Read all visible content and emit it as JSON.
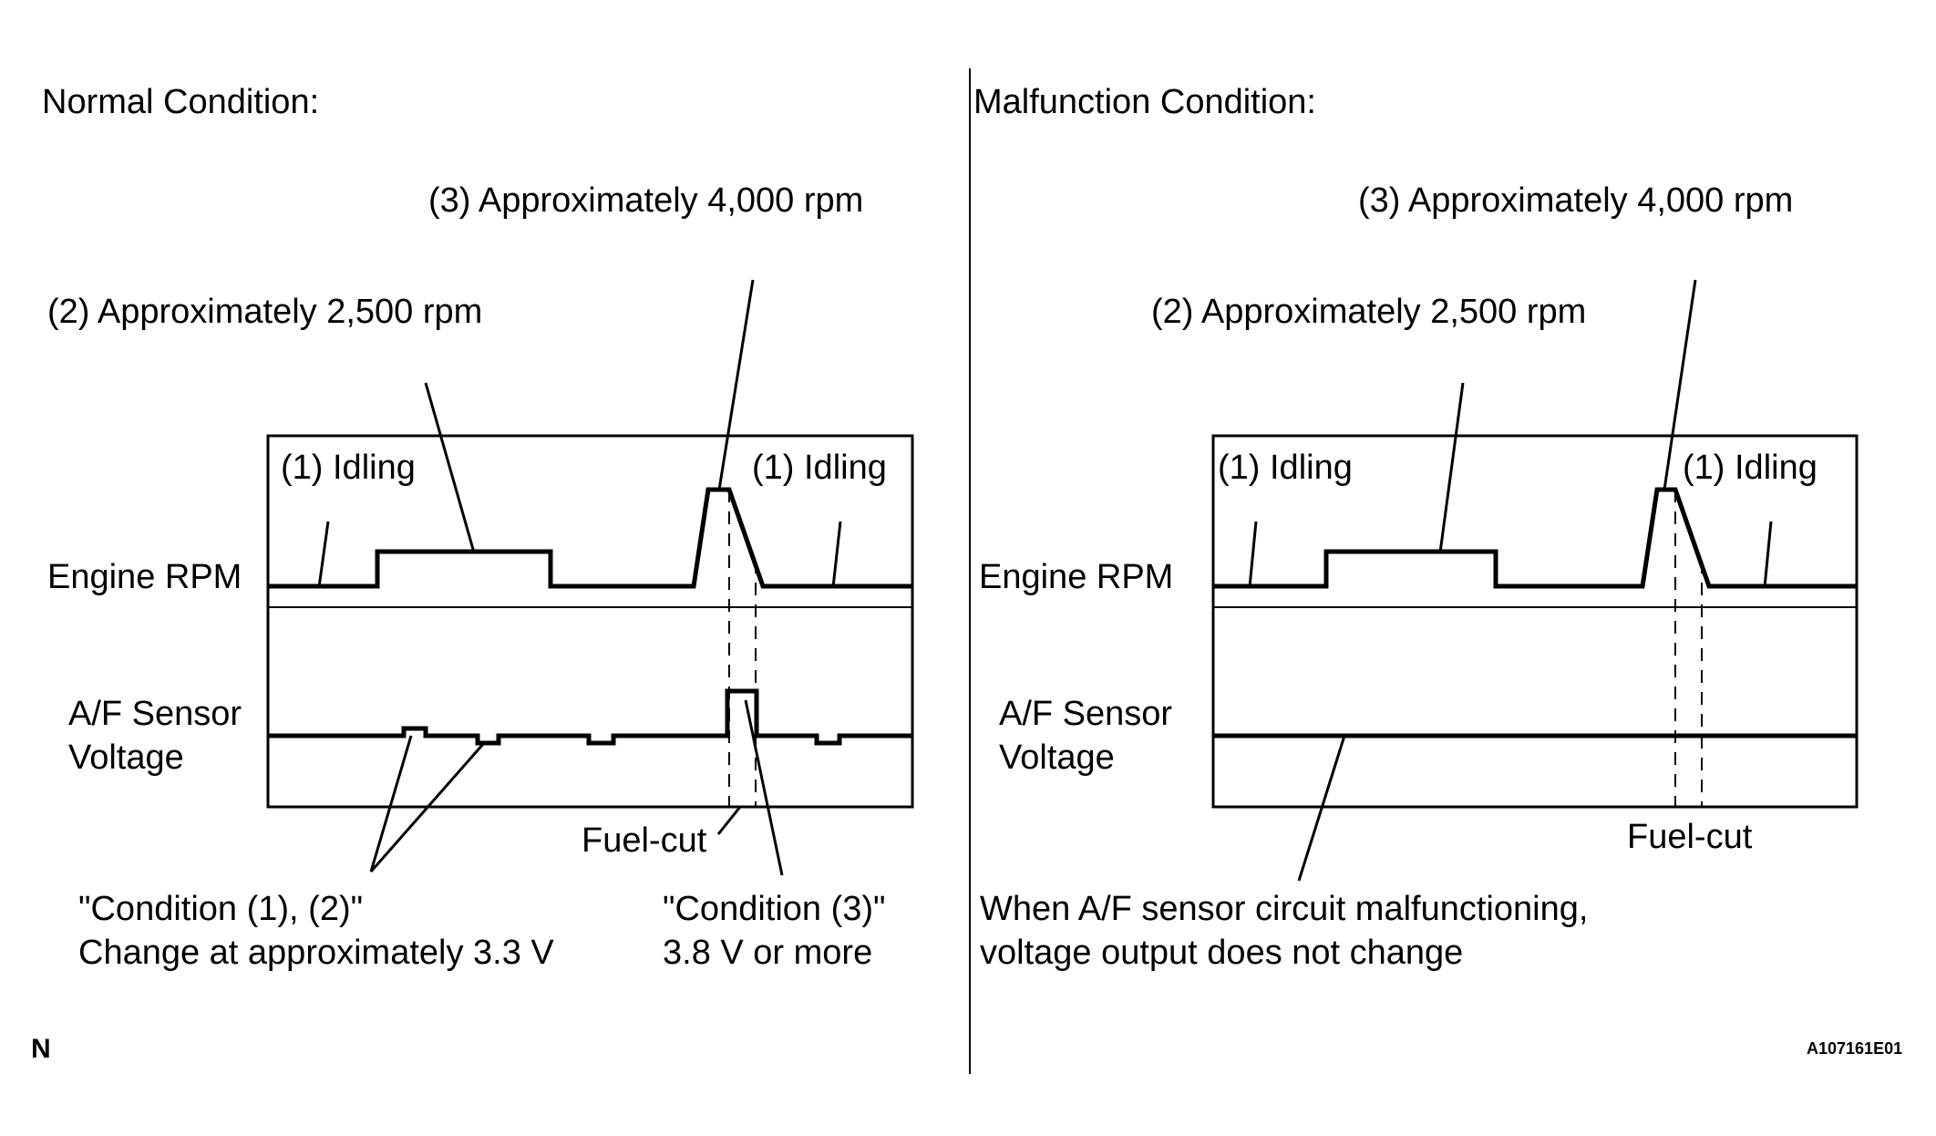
{
  "figure_id": "A107161E01",
  "corner_mark": "N",
  "normal": {
    "title": "Normal Condition:",
    "rpm_label": "Engine RPM",
    "sensor_label_line1": "A/F Sensor",
    "sensor_label_line2": "Voltage",
    "idling_left": "(1) Idling",
    "idling_right": "(1) Idling",
    "label_2500": "(2) Approximately 2,500 rpm",
    "label_4000": "(3) Approximately 4,000 rpm",
    "fuel_cut": "Fuel-cut",
    "note_a_line1": "\"Condition (1), (2)\"",
    "note_a_line2": "Change at approximately 3.3 V",
    "note_b_line1": "\"Condition (3)\"",
    "note_b_line2": "3.8 V or more"
  },
  "malfunction": {
    "title": "Malfunction Condition:",
    "rpm_label": "Engine RPM",
    "sensor_label_line1": "A/F Sensor",
    "sensor_label_line2": "Voltage",
    "idling_left": "(1) Idling",
    "idling_right": "(1) Idling",
    "label_2500": "(2) Approximately 2,500 rpm",
    "label_4000": "(3) Approximately 4,000 rpm",
    "fuel_cut": "Fuel-cut",
    "note_line1": "When A/F sensor circuit malfunctioning,",
    "note_line2": "voltage output does not change"
  }
}
